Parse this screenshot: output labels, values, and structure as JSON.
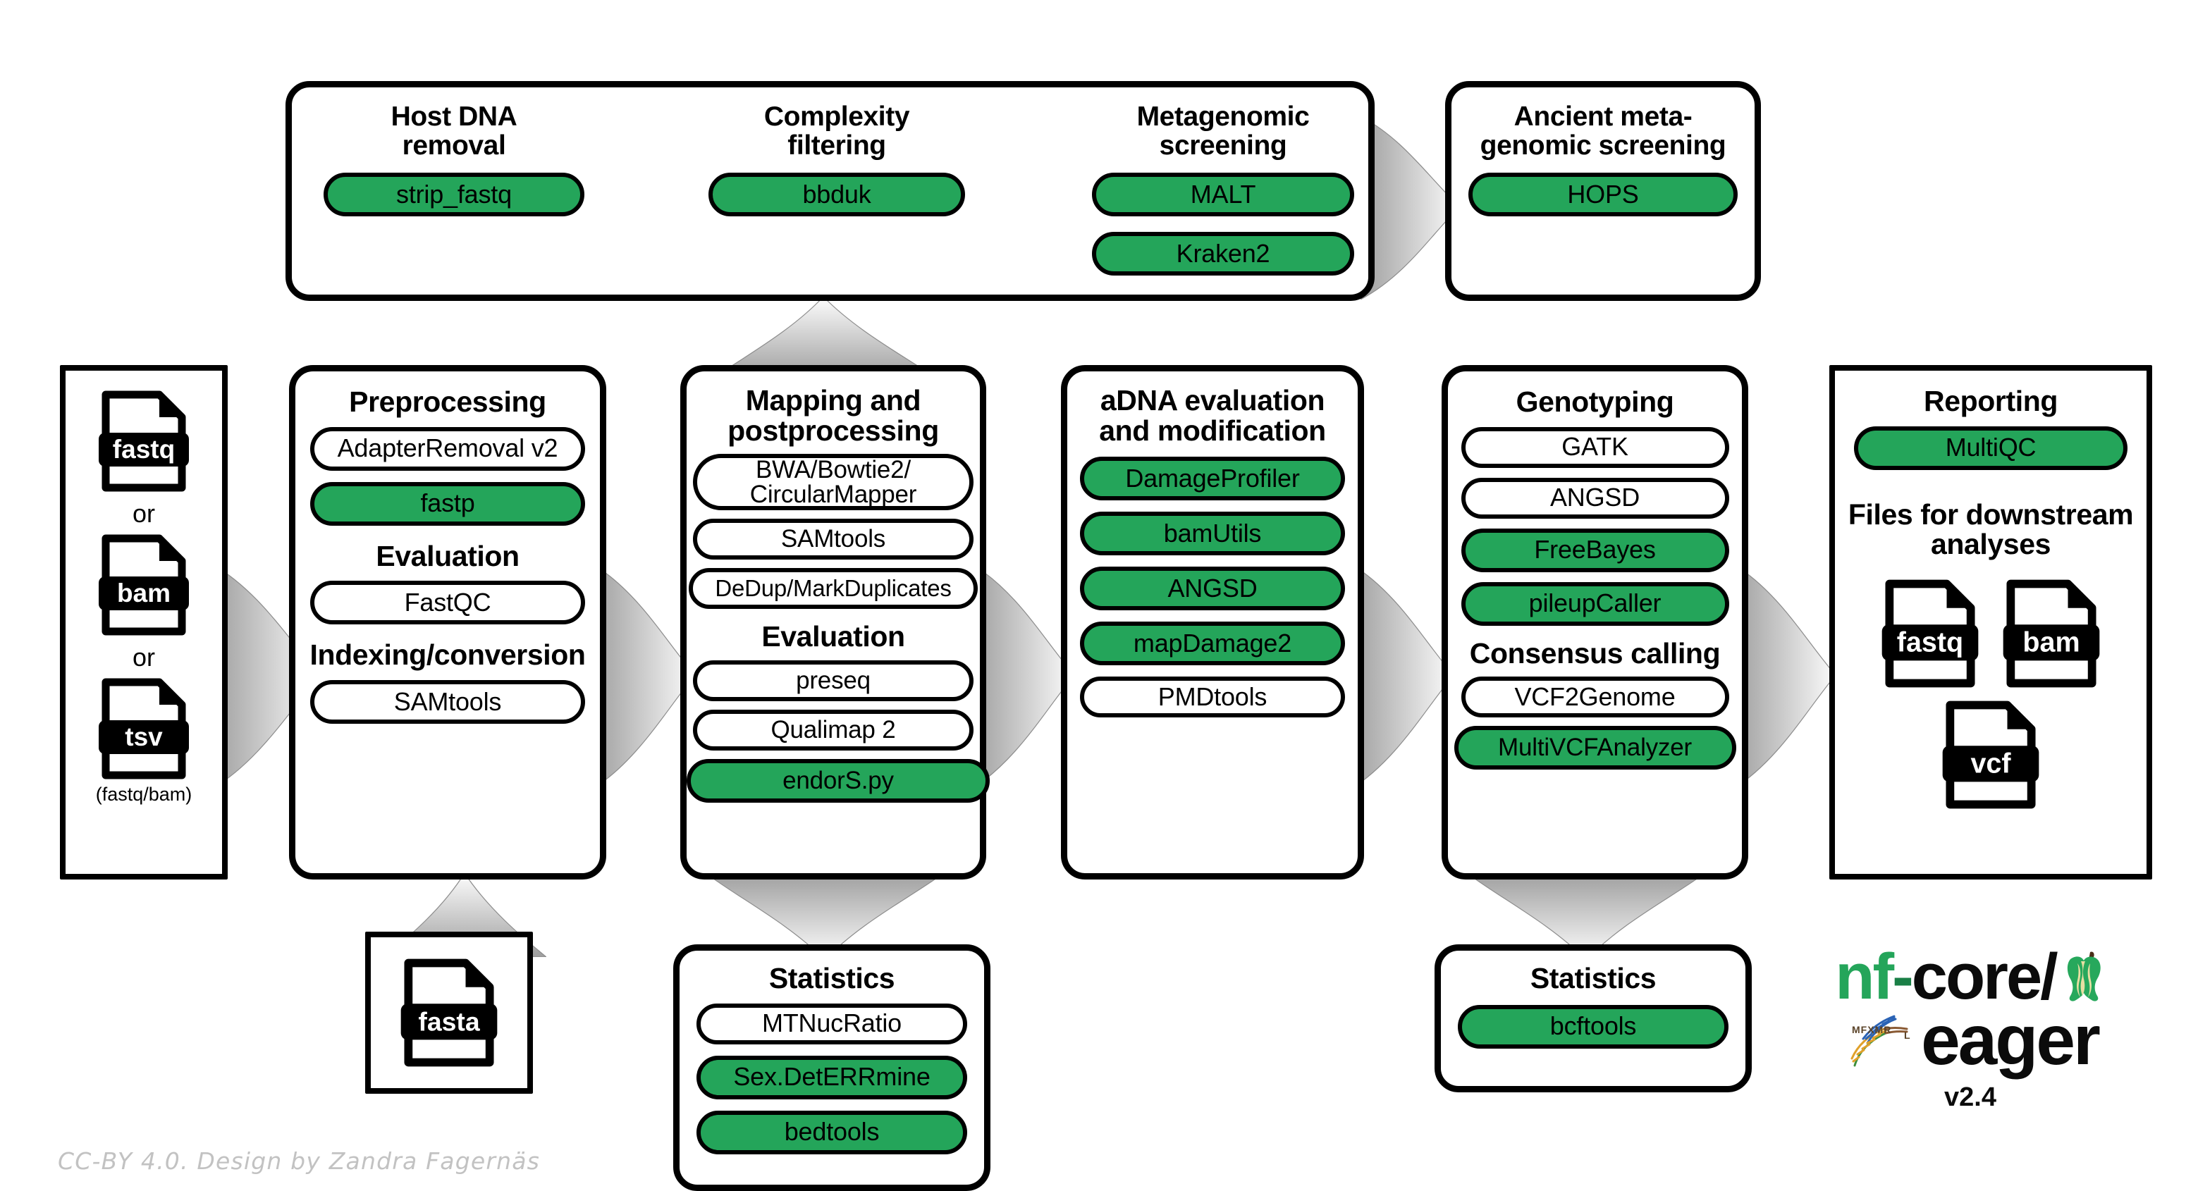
{
  "diagram": {
    "title": "nf-core/eager pipeline overview",
    "accent_green": "#24a55a",
    "line_color": "#000000",
    "arrow_gray": "#9d9d9d"
  },
  "credit": "CC-BY 4.0. Design by Zandra Fagernäs",
  "input": {
    "files": [
      {
        "ext": "fastq"
      },
      {
        "ext": "bam"
      },
      {
        "ext": "tsv"
      }
    ],
    "or1": "or",
    "or2": "or",
    "note": "(fastq/bam)"
  },
  "screening_panel": {
    "groups": [
      {
        "title": "Host DNA\nremoval",
        "tools": [
          {
            "label": "strip_fastq",
            "green": true
          }
        ]
      },
      {
        "title": "Complexity\nfiltering",
        "tools": [
          {
            "label": "bbduk",
            "green": true
          }
        ]
      },
      {
        "title": "Metagenomic\nscreening",
        "tools": [
          {
            "label": "MALT",
            "green": true
          },
          {
            "label": "Kraken2",
            "green": true
          }
        ]
      }
    ]
  },
  "ancient_panel": {
    "title": "Ancient meta-\ngenomic screening",
    "tools": [
      {
        "label": "HOPS",
        "green": true
      }
    ]
  },
  "preprocessing": {
    "title": "Preprocessing",
    "tools": [
      {
        "label": "AdapterRemoval v2",
        "green": false
      },
      {
        "label": "fastp",
        "green": true
      }
    ],
    "sub1": "Evaluation",
    "sub1_tools": [
      {
        "label": "FastQC",
        "green": false
      }
    ],
    "sub2": "Indexing/conversion",
    "sub2_tools": [
      {
        "label": "SAMtools",
        "green": false
      }
    ]
  },
  "mapping": {
    "title": "Mapping and\npostprocessing",
    "tools": [
      {
        "label": "BWA/Bowtie2/\nCircularMapper",
        "green": false
      },
      {
        "label": "SAMtools",
        "green": false
      },
      {
        "label": "DeDup/MarkDuplicates",
        "green": false
      }
    ],
    "sub1": "Evaluation",
    "sub1_tools": [
      {
        "label": "preseq",
        "green": false
      },
      {
        "label": "Qualimap 2",
        "green": false
      },
      {
        "label": "endorS.py",
        "green": true
      }
    ]
  },
  "adna": {
    "title": "aDNA evaluation\nand modification",
    "tools": [
      {
        "label": "DamageProfiler",
        "green": true
      },
      {
        "label": "bamUtils",
        "green": true
      },
      {
        "label": "ANGSD",
        "green": true
      },
      {
        "label": "mapDamage2",
        "green": true
      },
      {
        "label": "PMDtools",
        "green": false
      }
    ]
  },
  "genotyping": {
    "title": "Genotyping",
    "tools": [
      {
        "label": "GATK",
        "green": false
      },
      {
        "label": "ANGSD",
        "green": false
      },
      {
        "label": "FreeBayes",
        "green": true
      },
      {
        "label": "pileupCaller",
        "green": true
      }
    ],
    "sub1": "Consensus calling",
    "sub1_tools": [
      {
        "label": "VCF2Genome",
        "green": false
      },
      {
        "label": "MultiVCFAnalyzer",
        "green": true
      }
    ]
  },
  "reporting": {
    "title": "Reporting",
    "tools": [
      {
        "label": "MultiQC",
        "green": true
      }
    ],
    "sub1": "Files for downstream\nanalyses",
    "files": [
      {
        "ext": "fastq"
      },
      {
        "ext": "bam"
      },
      {
        "ext": "vcf"
      }
    ]
  },
  "reference": {
    "file": {
      "ext": "fasta"
    }
  },
  "stats_mapping": {
    "title": "Statistics",
    "tools": [
      {
        "label": "MTNucRatio",
        "green": false
      },
      {
        "label": "Sex.DetERRmine",
        "green": true
      },
      {
        "label": "bedtools",
        "green": true
      }
    ]
  },
  "stats_genotyping": {
    "title": "Statistics",
    "tools": [
      {
        "label": "bcftools",
        "green": true
      }
    ]
  },
  "logo": {
    "nf": "nf",
    "dash": "-",
    "core": "core/",
    "eager": "eager",
    "version": "v2.4"
  }
}
